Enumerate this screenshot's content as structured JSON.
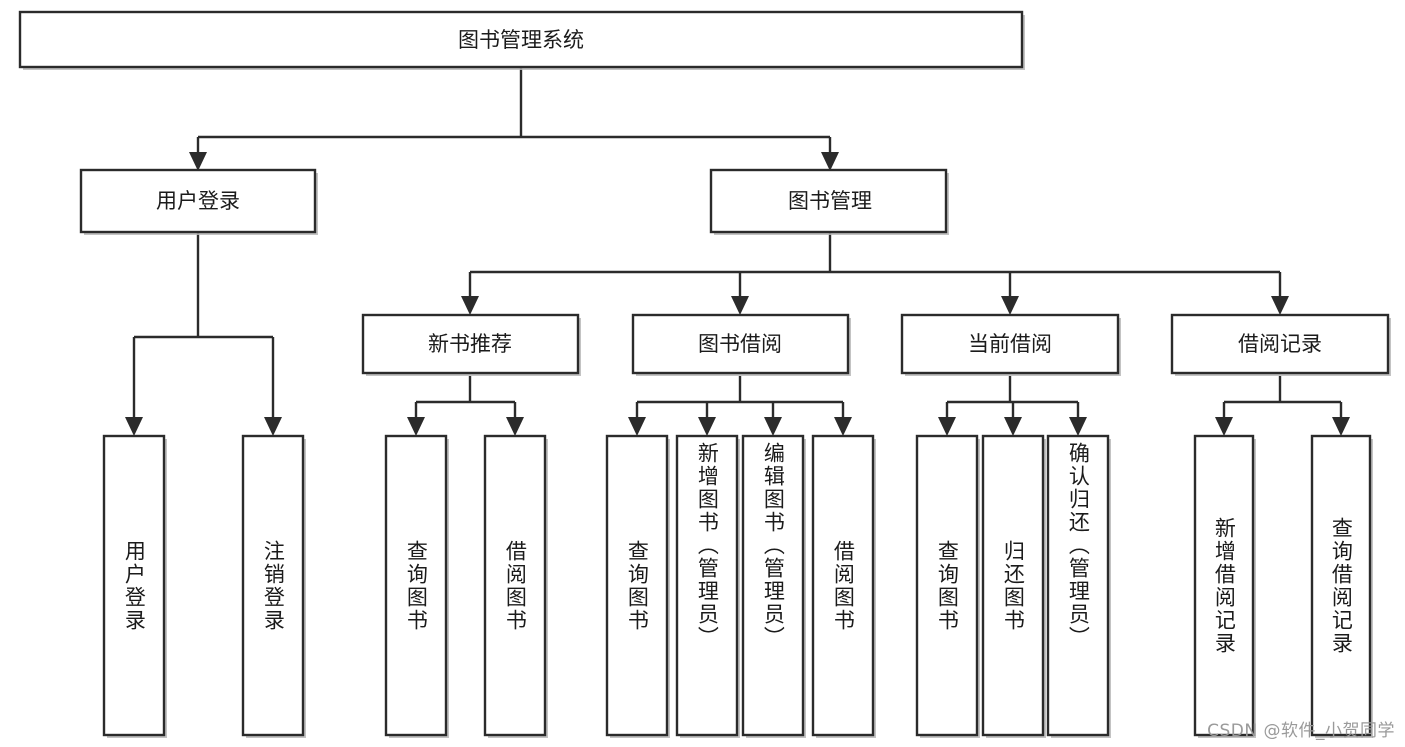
{
  "diagram": {
    "title": "图书管理系统",
    "type": "tree",
    "watermark": "CSDN @软件_小贺同学",
    "colors": {
      "stroke": "#2b2b2b",
      "fill": "#ffffff",
      "text": "#1b1b1b",
      "shadow": "#b9b9b9",
      "watermark": "#9a9a9a"
    },
    "root": {
      "label": "图书管理系统",
      "level": 0
    },
    "level1": [
      {
        "label": "用户登录"
      },
      {
        "label": "图书管理"
      }
    ],
    "level2": [
      {
        "label": "新书推荐",
        "parent": "图书管理"
      },
      {
        "label": "图书借阅",
        "parent": "图书管理"
      },
      {
        "label": "当前借阅",
        "parent": "图书管理"
      },
      {
        "label": "借阅记录",
        "parent": "图书管理"
      }
    ],
    "leaves": [
      {
        "label": "用户登录",
        "parent": "用户登录"
      },
      {
        "label": "注销登录",
        "parent": "用户登录"
      },
      {
        "label": "查询图书",
        "parent": "新书推荐"
      },
      {
        "label": "借阅图书",
        "parent": "新书推荐"
      },
      {
        "label": "查询图书",
        "parent": "图书借阅"
      },
      {
        "label": "新增图书（管理员）",
        "parent": "图书借阅"
      },
      {
        "label": "编辑图书（管理员）",
        "parent": "图书借阅"
      },
      {
        "label": "借阅图书",
        "parent": "图书借阅"
      },
      {
        "label": "查询图书",
        "parent": "当前借阅"
      },
      {
        "label": "归还图书",
        "parent": "当前借阅"
      },
      {
        "label": "确认归还（管理员）",
        "parent": "当前借阅"
      },
      {
        "label": "新增借阅记录",
        "parent": "借阅记录"
      },
      {
        "label": "查询借阅记录",
        "parent": "借阅记录"
      }
    ]
  }
}
